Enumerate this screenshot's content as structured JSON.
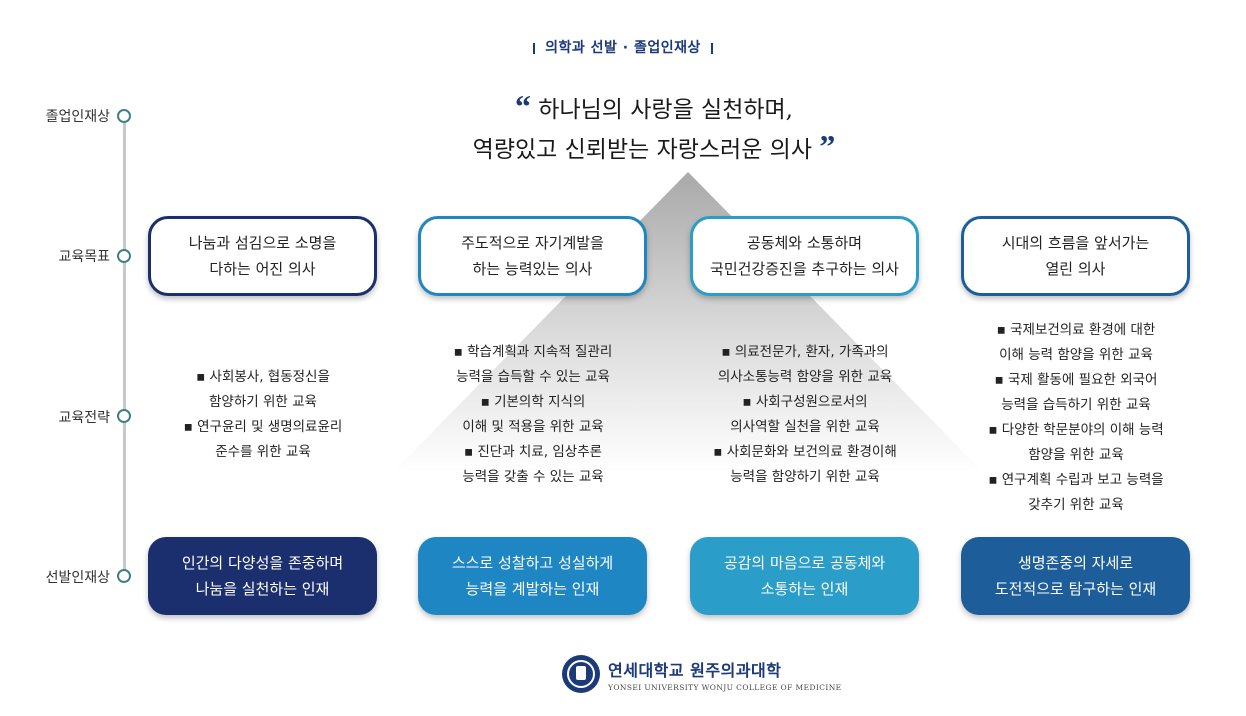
{
  "header": {
    "title": "의학과 선발 · 졸업인재상"
  },
  "quote": {
    "open_mark": "“",
    "close_mark": "”",
    "line1": "하나님의 사랑을 실천하며,",
    "line2": "역량있고 신뢰받는 자랑스러운 의사"
  },
  "timeline": {
    "graduate": "졸업인재상",
    "goals": "교육목표",
    "strategy": "교육전략",
    "selection": "선발인재상"
  },
  "goals": [
    {
      "line1": "나눔과 섬김으로 소명을",
      "line2": "다하는 어진 의사",
      "border": "#1b2f6e"
    },
    {
      "line1": "주도적으로 자기계발을",
      "line2": "하는 능력있는 의사",
      "border": "#1f86c4"
    },
    {
      "line1": "공동체와 소통하며",
      "line2": "국민건강증진을 추구하는 의사",
      "border": "#2a9ec9"
    },
    {
      "line1": "시대의 흐름을 앞서가는",
      "line2": "열린 의사",
      "border": "#1d5e9a"
    }
  ],
  "strategies": [
    {
      "lines": [
        "▪ 사회봉사, 협동정신을",
        "함양하기 위한 교육",
        "▪ 연구윤리 및 생명의료윤리",
        "준수를 위한 교육"
      ]
    },
    {
      "lines": [
        "▪ 학습계획과 지속적 질관리",
        "능력을 습득할 수 있는 교육",
        "▪ 기본의학 지식의",
        "이해 및 적용을 위한 교육",
        "▪ 진단과 치료, 임상추론",
        "능력을 갖출 수 있는 교육"
      ]
    },
    {
      "lines": [
        "▪ 의료전문가, 환자, 가족과의",
        "의사소통능력 함양을 위한 교육",
        "▪ 사회구성원으로서의",
        "의사역할 실천을 위한 교육",
        "▪ 사회문화와 보건의료 환경이해",
        "능력을 함양하기 위한 교육"
      ]
    },
    {
      "lines": [
        "▪ 국제보건의료 환경에 대한",
        "이해 능력 함양을 위한 교육",
        "▪ 국제 활동에 필요한 외국어",
        "능력을 습득하기 위한 교육",
        "▪ 다양한 학문분야의 이해 능력",
        "함양을 위한 교육",
        "▪ 연구계획 수립과 보고 능력을",
        "갖추기 위한 교육"
      ]
    }
  ],
  "talents": [
    {
      "line1": "인간의 다양성을 존중하며",
      "line2": "나눔을 실천하는 인재",
      "color": "#1b2f6e"
    },
    {
      "line1": "스스로 성찰하고 성실하게",
      "line2": "능력을 계발하는 인재",
      "color": "#1f86c4"
    },
    {
      "line1": "공감의 마음으로 공동체와",
      "line2": "소통하는 인재",
      "color": "#2a9ec9"
    },
    {
      "line1": "생명존중의 자세로",
      "line2": "도전적으로 탐구하는 인재",
      "color": "#1d5e9a"
    }
  ],
  "logo": {
    "korean": "연세대학교 원주의과대학",
    "english": "YONSEI UNIVERSITY WONJU COLLEGE OF MEDICINE"
  }
}
